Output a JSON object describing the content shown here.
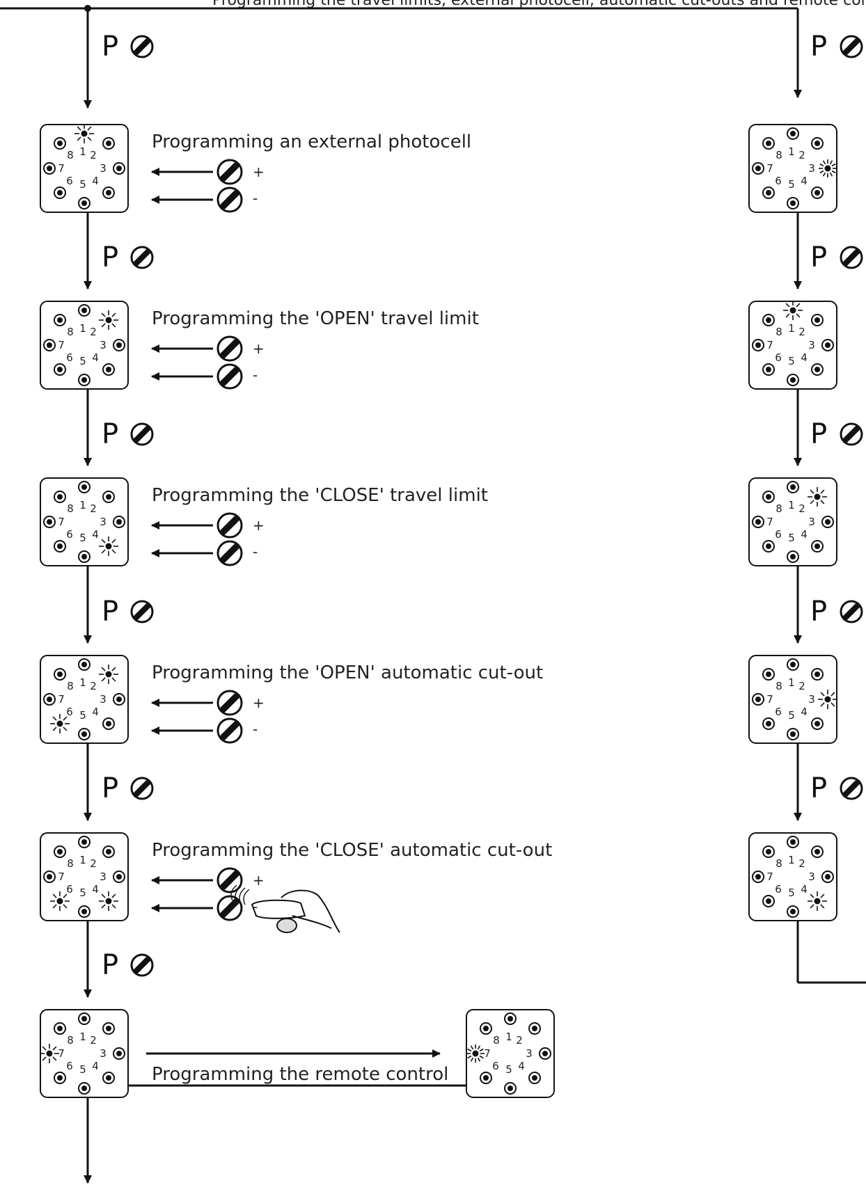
{
  "diagram": {
    "top_caption": "Programming the travel limits, external photocell, automatic cut-outs and remote control",
    "p_label": "P",
    "plus": "+",
    "minus": "-",
    "steps_left": [
      {
        "label": "Programming an external photocell",
        "blinking_leds": [
          1
        ],
        "adjust": true
      },
      {
        "label": "Programming the 'OPEN' travel limit",
        "blinking_leds": [
          2
        ],
        "adjust": true
      },
      {
        "label": "Programming the 'CLOSE' travel limit",
        "blinking_leds": [
          4
        ],
        "adjust": true
      },
      {
        "label": "Programming the 'OPEN' automatic cut-out",
        "blinking_leds": [
          2,
          6
        ],
        "adjust": true
      },
      {
        "label": "Programming the 'CLOSE' automatic cut-out",
        "blinking_leds": [
          4,
          6
        ],
        "adjust": true
      },
      {
        "label": "Programming the remote control",
        "blinking_leds": [
          7
        ],
        "adjust": false
      }
    ],
    "remote_confirm": {
      "blinking_leds": [
        7
      ],
      "fast_blink": true
    },
    "steps_right": [
      {
        "blinking_leds": [
          3
        ],
        "fast_blink": true
      },
      {
        "blinking_leds": [
          1
        ]
      },
      {
        "blinking_leds": [
          2
        ]
      },
      {
        "blinking_leds": [
          3
        ]
      },
      {
        "blinking_leds": [
          4
        ]
      }
    ],
    "led_numbers": [
      "1",
      "2",
      "3",
      "4",
      "5",
      "6",
      "7",
      "8"
    ]
  }
}
